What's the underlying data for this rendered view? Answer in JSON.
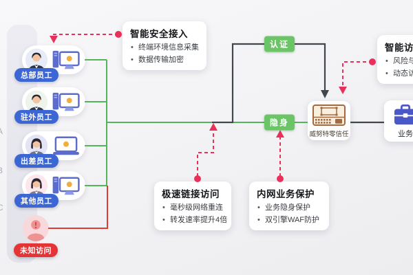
{
  "diagram": {
    "edge_letters": [
      "A",
      "B",
      "C"
    ],
    "users": [
      {
        "label": "总部员工",
        "device": "desktop"
      },
      {
        "label": "驻外员工",
        "device": "desktop"
      },
      {
        "label": "出差员工",
        "device": "laptop"
      },
      {
        "label": "其他员工",
        "device": "desktop"
      }
    ],
    "unknown_user": {
      "label": "未知访问"
    },
    "badges": {
      "auth": "认证",
      "stealth": "隐身"
    },
    "gateway": {
      "label": "威努特零信任"
    },
    "business": {
      "label": "业务"
    },
    "feature_boxes": [
      {
        "title": "智能安全接入",
        "bullets": [
          "终端环境信息采集",
          "数据传输加密"
        ]
      },
      {
        "title": "极速链接访问",
        "bullets": [
          "毫秒级网络重连",
          "转发速率提升4倍"
        ]
      },
      {
        "title": "内网业务保护",
        "bullets": [
          "业务隐身保护",
          "双引擎WAF防护"
        ]
      },
      {
        "title": "智能访",
        "bullets": [
          "风险与",
          "动态访"
        ]
      }
    ],
    "colors": {
      "line_green": "#53b45a",
      "line_red": "#e03a34",
      "line_dark": "#41454c",
      "dashed_red": "#e8305a",
      "badge_green": "#6bc566",
      "pill_blue": "#3c66d4",
      "pill_red": "#e53435",
      "monitor_indigo": "#5c6cce",
      "screen_dot_yellow": "#f2ae3c",
      "appliance_brown": "#a5693f",
      "briefcase_indigo": "#4a57c8"
    }
  }
}
